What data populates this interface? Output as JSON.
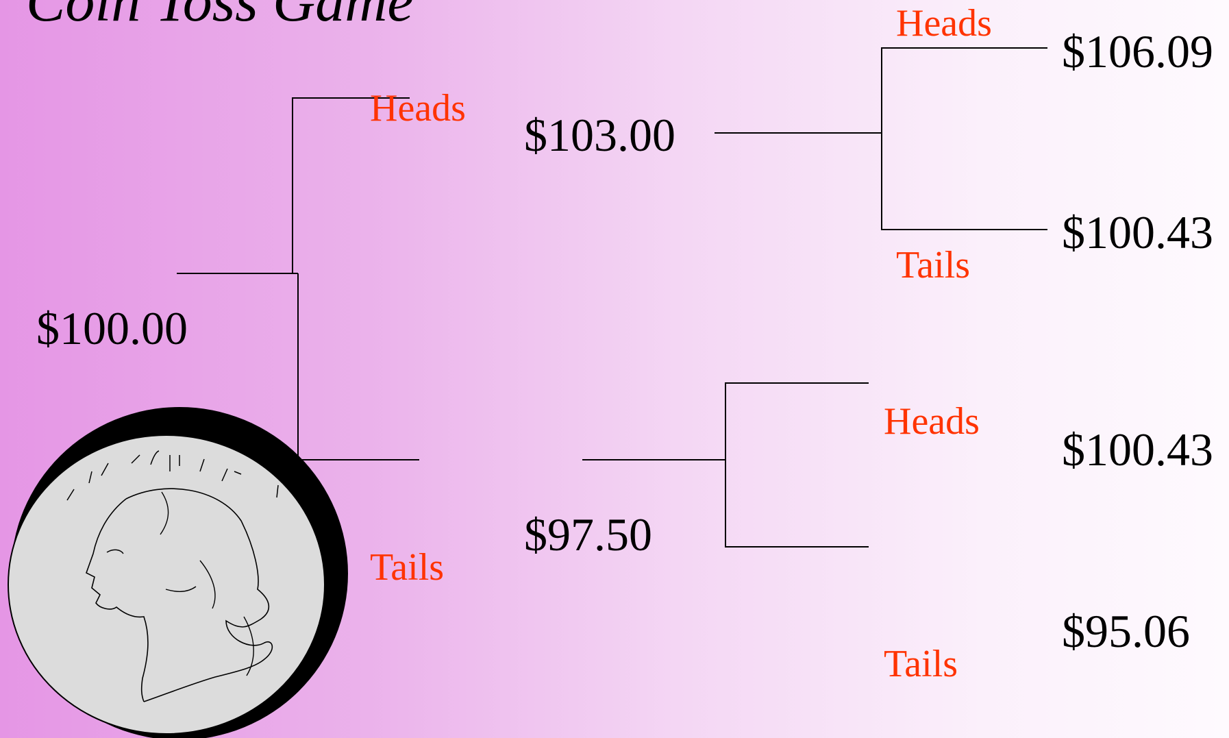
{
  "title": "Coin Toss Game",
  "start": {
    "value": "$100.00"
  },
  "round1": {
    "heads_label": "Heads",
    "tails_label": "Tails",
    "heads_value": "$103.00",
    "tails_value": "$97.50"
  },
  "round2": {
    "upper": {
      "heads_label": "Heads",
      "tails_label": "Tails",
      "heads_value": "$106.09",
      "tails_value": "$100.43"
    },
    "lower": {
      "heads_label": "Heads",
      "tails_label": "Tails",
      "heads_value": "$100.43",
      "tails_value": "$95.06"
    }
  },
  "colors": {
    "outcome_label": "#ff3300",
    "value_text": "#000000",
    "background_left": "#e596e5",
    "background_right": "#fefafe",
    "coin_face": "#dcdcdc"
  },
  "icons": {
    "coin": "quarter-coin-icon"
  }
}
